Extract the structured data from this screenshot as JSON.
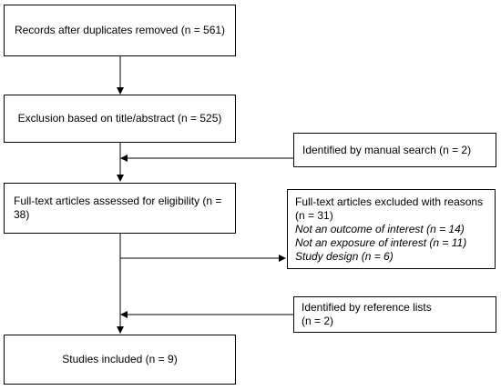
{
  "flowchart": {
    "records": "Records after duplicates removed (n = 561)",
    "exclusion": "Exclusion based on title/abstract (n = 525)",
    "manual_search": "Identified by manual search (n = 2)",
    "full_text": "Full-text articles assessed for eligibility (n = 38)",
    "excluded": {
      "heading": "Full-text articles excluded with reasons",
      "count": "(n = 31)",
      "reasons": [
        "Not an outcome of interest (n = 14)",
        "Not an exposure of interest (n = 11)",
        "Study design (n = 6)"
      ]
    },
    "reference_lists": {
      "line1": "Identified by reference lists",
      "line2": "(n = 2)"
    },
    "included": "Studies included (n = 9)"
  },
  "colors": {
    "line": "#000000",
    "background": "#ffffff"
  }
}
